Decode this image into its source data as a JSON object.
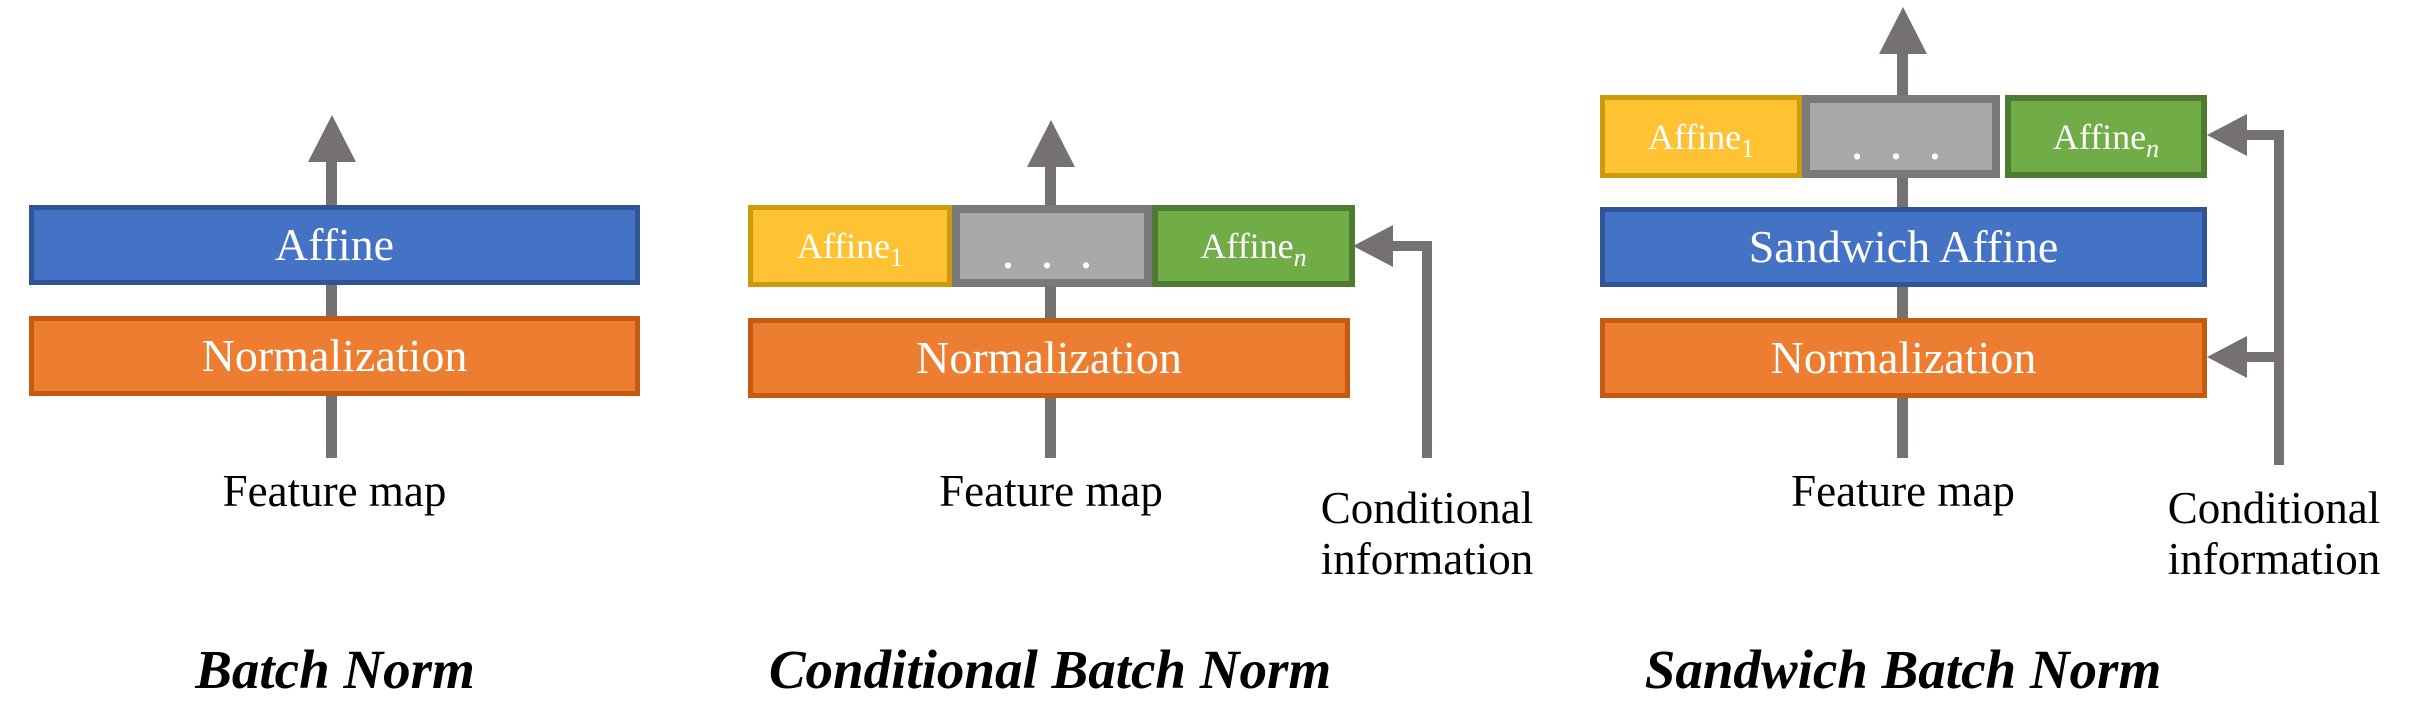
{
  "colors": {
    "blue_fill": "#4472C4",
    "blue_border": "#2F5597",
    "orange_fill": "#ED7D31",
    "orange_border": "#C55A11",
    "yellow_fill": "#FFC233",
    "yellow_border": "#C99B0D",
    "green_fill": "#70AD47",
    "green_border": "#4E7A31",
    "gray_fill": "#A9A9A9",
    "gray_border": "#7A7A7A",
    "arrow": "#767171",
    "text": "#000000",
    "box_text": "#FFFFFF"
  },
  "diagrams": [
    {
      "title": "Batch Norm",
      "feature_label": "Feature map",
      "boxes": {
        "affine": "Affine",
        "normalization": "Normalization"
      }
    },
    {
      "title": "Conditional Batch Norm",
      "feature_label": "Feature map",
      "conditional_label": {
        "line1": "Conditional",
        "line2": "information"
      },
      "affine_row": {
        "first_base": "Affine",
        "first_sub": "1",
        "dots": ". . .",
        "last_base": "Affine",
        "last_sub": "n"
      },
      "boxes": {
        "normalization": "Normalization"
      }
    },
    {
      "title": "Sandwich Batch Norm",
      "feature_label": "Feature map",
      "conditional_label": {
        "line1": "Conditional",
        "line2": "information"
      },
      "affine_row": {
        "first_base": "Affine",
        "first_sub": "1",
        "dots": ". . .",
        "last_base": "Affine",
        "last_sub": "n"
      },
      "boxes": {
        "sandwich_affine": "Sandwich Affine",
        "normalization": "Normalization"
      }
    }
  ]
}
